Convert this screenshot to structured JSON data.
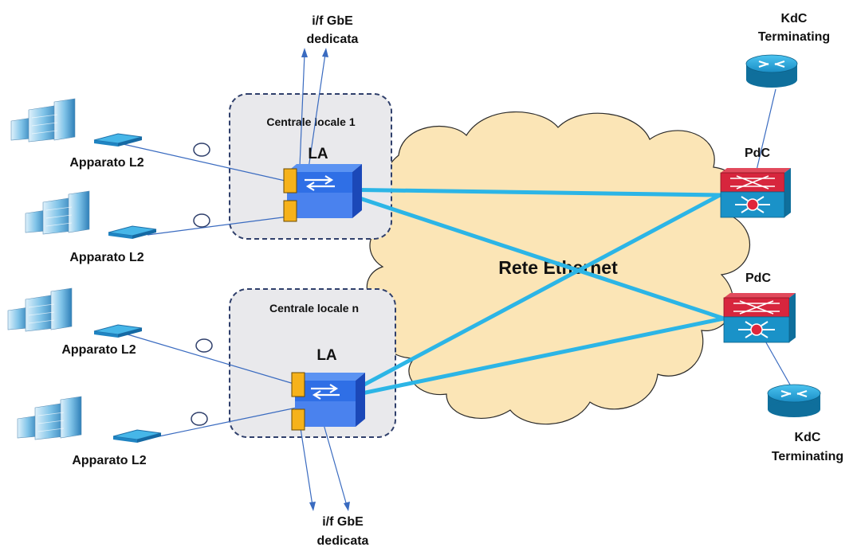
{
  "cloud_label": "Rete Ethernet",
  "central_offices": [
    {
      "title": "Centrale locale 1",
      "switch_label": "LA"
    },
    {
      "title": "Centrale locale n",
      "switch_label": "LA"
    }
  ],
  "l2_devices": [
    {
      "label": "Apparato L2"
    },
    {
      "label": "Apparato L2"
    },
    {
      "label": "Apparato L2"
    },
    {
      "label": "Apparato L2"
    }
  ],
  "gbe_top": {
    "line1": "i/f GbE",
    "line2": "dedicata"
  },
  "gbe_bottom": {
    "line1": "i/f GbE",
    "line2": "dedicata"
  },
  "pdc_nodes": [
    {
      "label": "PdC"
    },
    {
      "label": "PdC"
    }
  ],
  "kdc_nodes": [
    {
      "line1": "KdC",
      "line2": "Terminating"
    },
    {
      "line1": "KdC",
      "line2": "Terminating"
    }
  ],
  "colors": {
    "cloud_fill": "#fbe5b6",
    "cloud_stroke": "#2a2a2a",
    "trunk_link": "#2cb5e6",
    "access_link": "#3a6bc0",
    "office_fill": "#e9e9ec",
    "office_border": "#2f3f6b",
    "switch_blue": "#2f6fe6",
    "port_yellow": "#f6b21b",
    "pdc_red": "#d7263d",
    "router_blue": "#0f8fc7"
  }
}
